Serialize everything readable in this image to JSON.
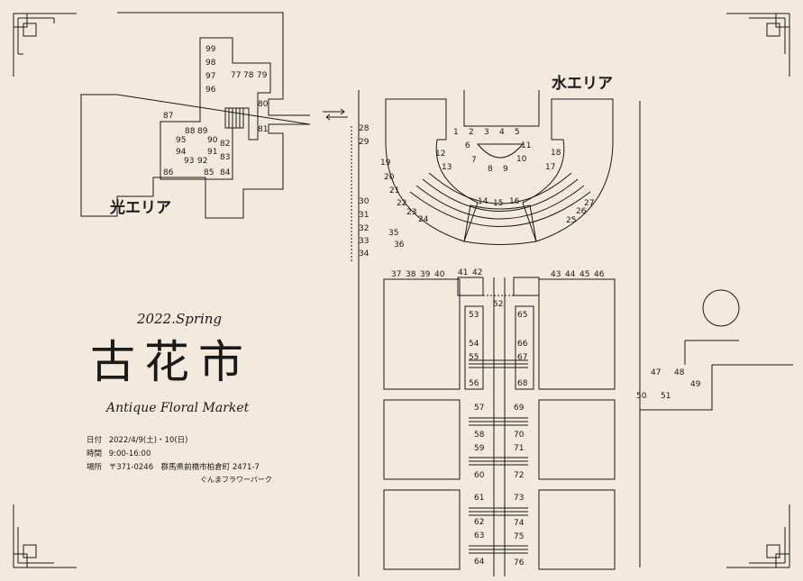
{
  "map": {
    "areas": {
      "hikari": "光エリア",
      "mizu": "水エリア"
    },
    "arrow": "⇄",
    "booths": {
      "hikari": [
        "99",
        "98",
        "97",
        "96",
        "77",
        "78",
        "79",
        "80",
        "81",
        "87",
        "88",
        "89",
        "95",
        "90",
        "82",
        "94",
        "91",
        "93",
        "92",
        "83",
        "86",
        "85",
        "84"
      ],
      "mizu_left": [
        "28",
        "29",
        "19",
        "20",
        "21",
        "22",
        "23",
        "24",
        "30",
        "31",
        "32",
        "33",
        "34",
        "35",
        "36"
      ],
      "mizu_arc": [
        "1",
        "2",
        "3",
        "4",
        "5",
        "6",
        "7",
        "8",
        "9",
        "10",
        "11",
        "12",
        "13",
        "14",
        "15",
        "16",
        "17",
        "18",
        "25",
        "26",
        "27"
      ],
      "bottom": [
        "37",
        "38",
        "39",
        "40",
        "41",
        "42",
        "43",
        "44",
        "45",
        "46",
        "52",
        "53",
        "54",
        "55",
        "56",
        "65",
        "66",
        "67",
        "68",
        "57",
        "58",
        "59",
        "60",
        "69",
        "70",
        "71",
        "72",
        "61",
        "62",
        "63",
        "64",
        "73",
        "74",
        "75",
        "76",
        "47",
        "48",
        "49",
        "50",
        "51"
      ]
    }
  },
  "event": {
    "year": "2022.Spring",
    "title": "古花市",
    "subtitle": "Antique Floral Market",
    "date_label": "日付",
    "date": "2022/4/9(土)・10(日)",
    "time_label": "時間",
    "time": "9:00-16:00",
    "place_label": "場所",
    "place": "〒371-0246　群馬県前橋市柏倉町 2471-7",
    "venue": "ぐんまフラワーパーク"
  }
}
